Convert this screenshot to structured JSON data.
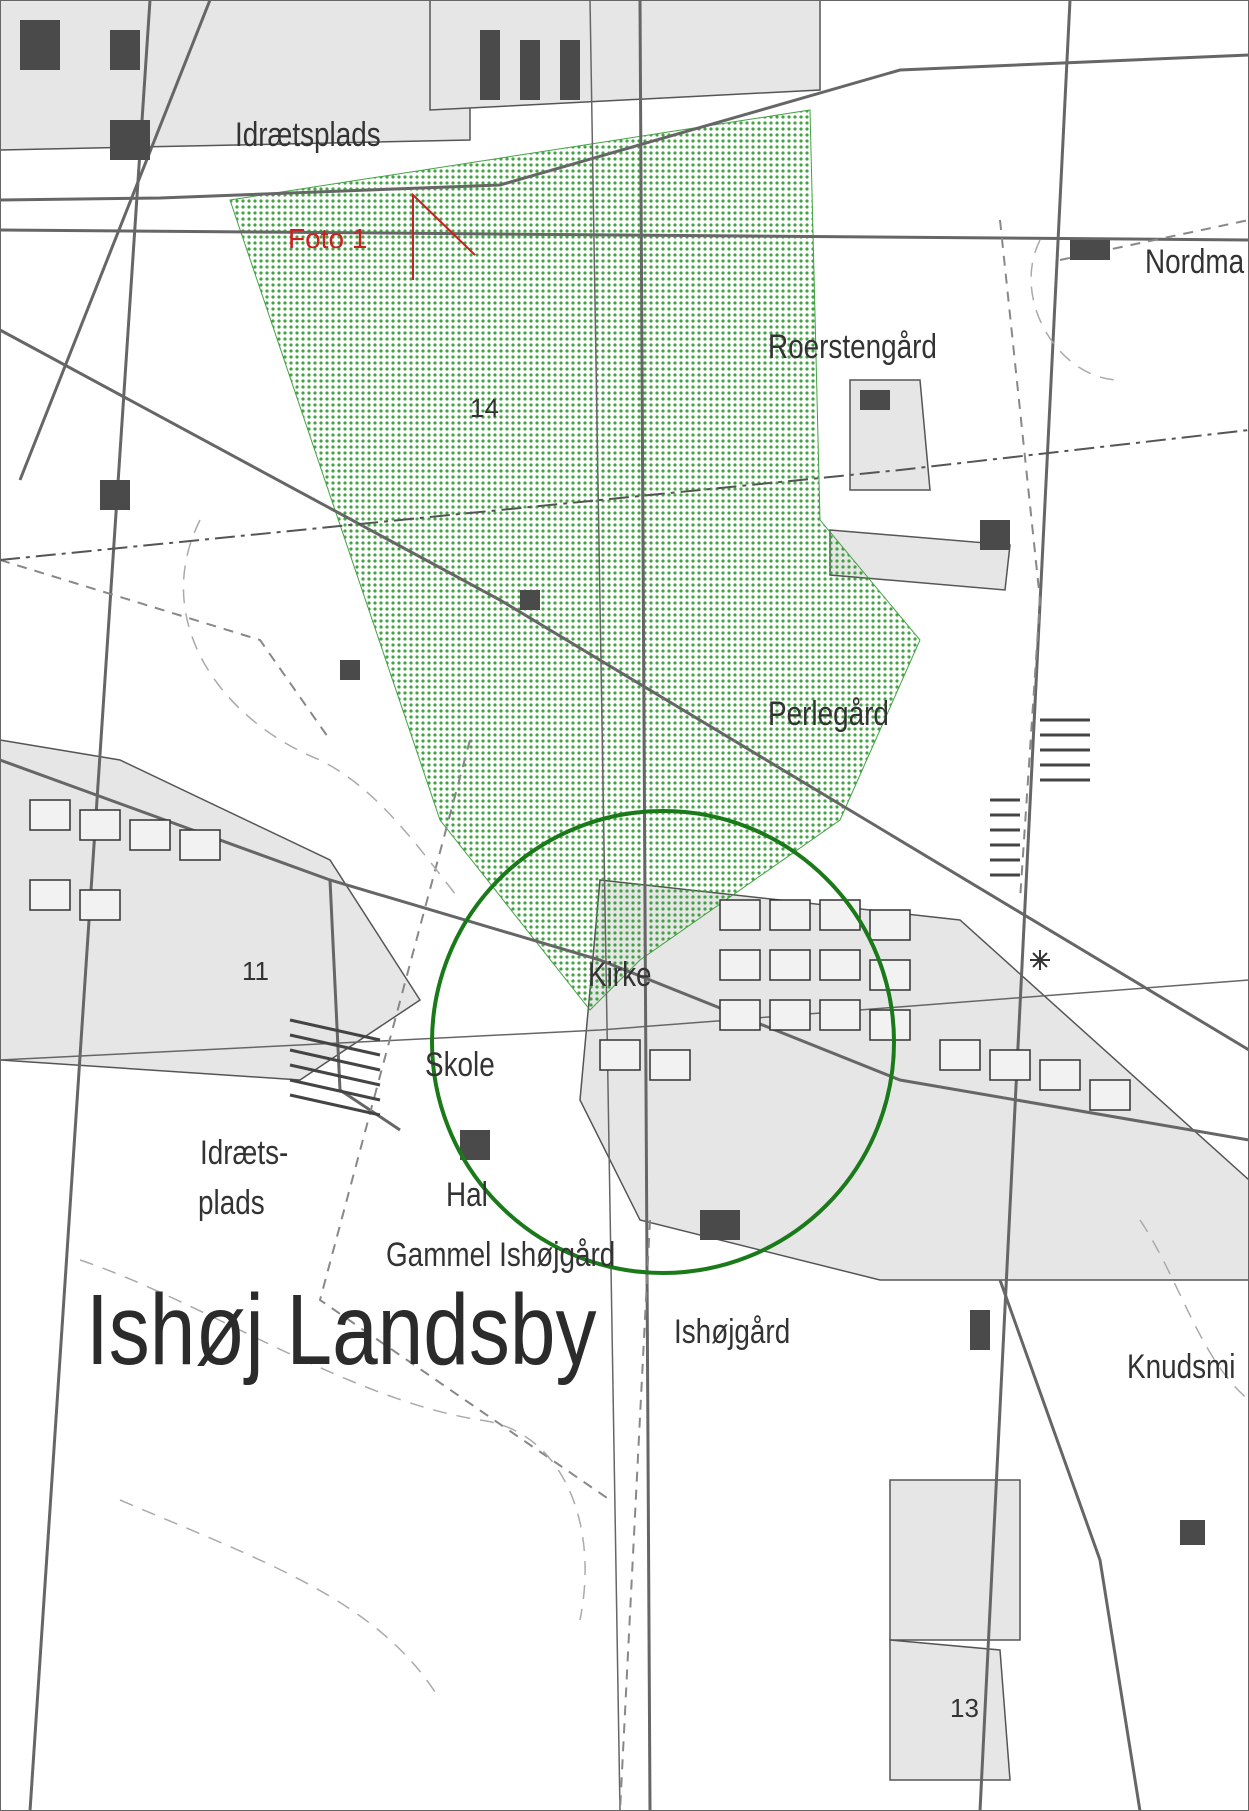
{
  "map": {
    "title": "Ishøj Landsby",
    "colors": {
      "coverage": "#2e9a2e",
      "circle": "#1a7a1a",
      "photo": "#cc1f1f",
      "road": "#666666",
      "building": "#4a4a4a",
      "area": "#d8d8d8"
    },
    "photo_marker": {
      "label": "Foto 1"
    },
    "labels": {
      "idraetsplads_n": "Idrætsplads",
      "nordmark": "Nordma",
      "roerstengard": "Roerstengård",
      "perlegard": "Perlegård",
      "kirke": "Kirke",
      "skole": "Skole",
      "hal": "Hal",
      "idraets": "Idræts-",
      "plads": "plads",
      "gammel_ishojgard": "Gammel Ishøjgård",
      "ishojgard": "Ishøjgård",
      "knudsmi": "Knudsmi",
      "num_14": "14",
      "num_11": "11",
      "num_13": "13"
    }
  }
}
